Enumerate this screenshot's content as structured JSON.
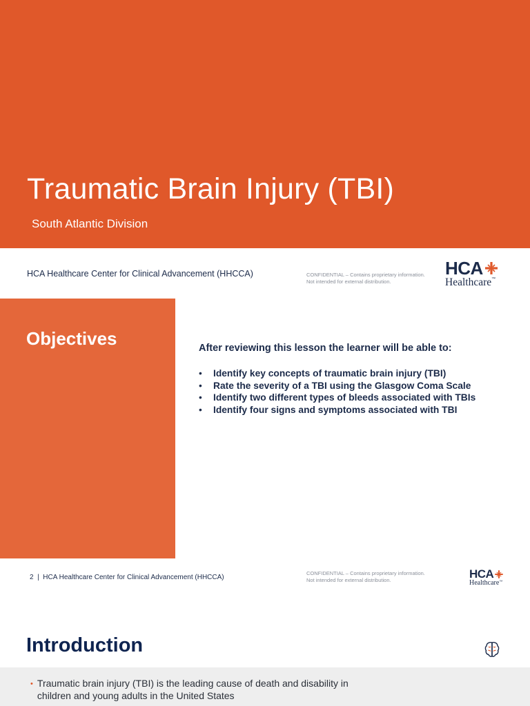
{
  "slide1": {
    "title": "Traumatic Brain Injury (TBI)",
    "subtitle": "South Atlantic Division",
    "footer_org": "HCA Healthcare Center for Clinical Advancement (HHCCA)",
    "confidential_line1": "CONFIDENTIAL – Contains proprietary information.",
    "confidential_line2": "Not intended for external distribution.",
    "logo_top": "HCA",
    "logo_bottom": "Healthcare",
    "logo_tm": "™"
  },
  "slide2": {
    "title": "Objectives",
    "lead": "After reviewing this lesson the learner will be able to:",
    "bullet_char": "•",
    "objectives": [
      "Identify key concepts of traumatic brain injury (TBI)",
      "Rate the severity of a TBI using the Glasgow Coma Scale",
      "Identify two different types of bleeds associated with TBIs",
      "Identify four signs and symptoms associated with TBI"
    ],
    "page_number": "2",
    "separator": "|",
    "footer_org": "HCA Healthcare Center for Clinical Advancement (HHCCA)",
    "confidential_line1": "CONFIDENTIAL – Contains proprietary information.",
    "confidential_line2": "Not intended for external distribution.",
    "logo_top": "HCA",
    "logo_bottom": "Healthcare",
    "logo_tm": "™"
  },
  "slide3": {
    "title": "Introduction",
    "icon": "brain-icon",
    "bullet_char": "•",
    "text": "Traumatic brain injury (TBI) is the leading cause of death and disability in children and young adults in the United States"
  },
  "colors": {
    "banner_orange": "#e0582a",
    "panel_orange": "#e4673a",
    "navy": "#1c2b4a",
    "intro_band": "#eeeeee"
  }
}
